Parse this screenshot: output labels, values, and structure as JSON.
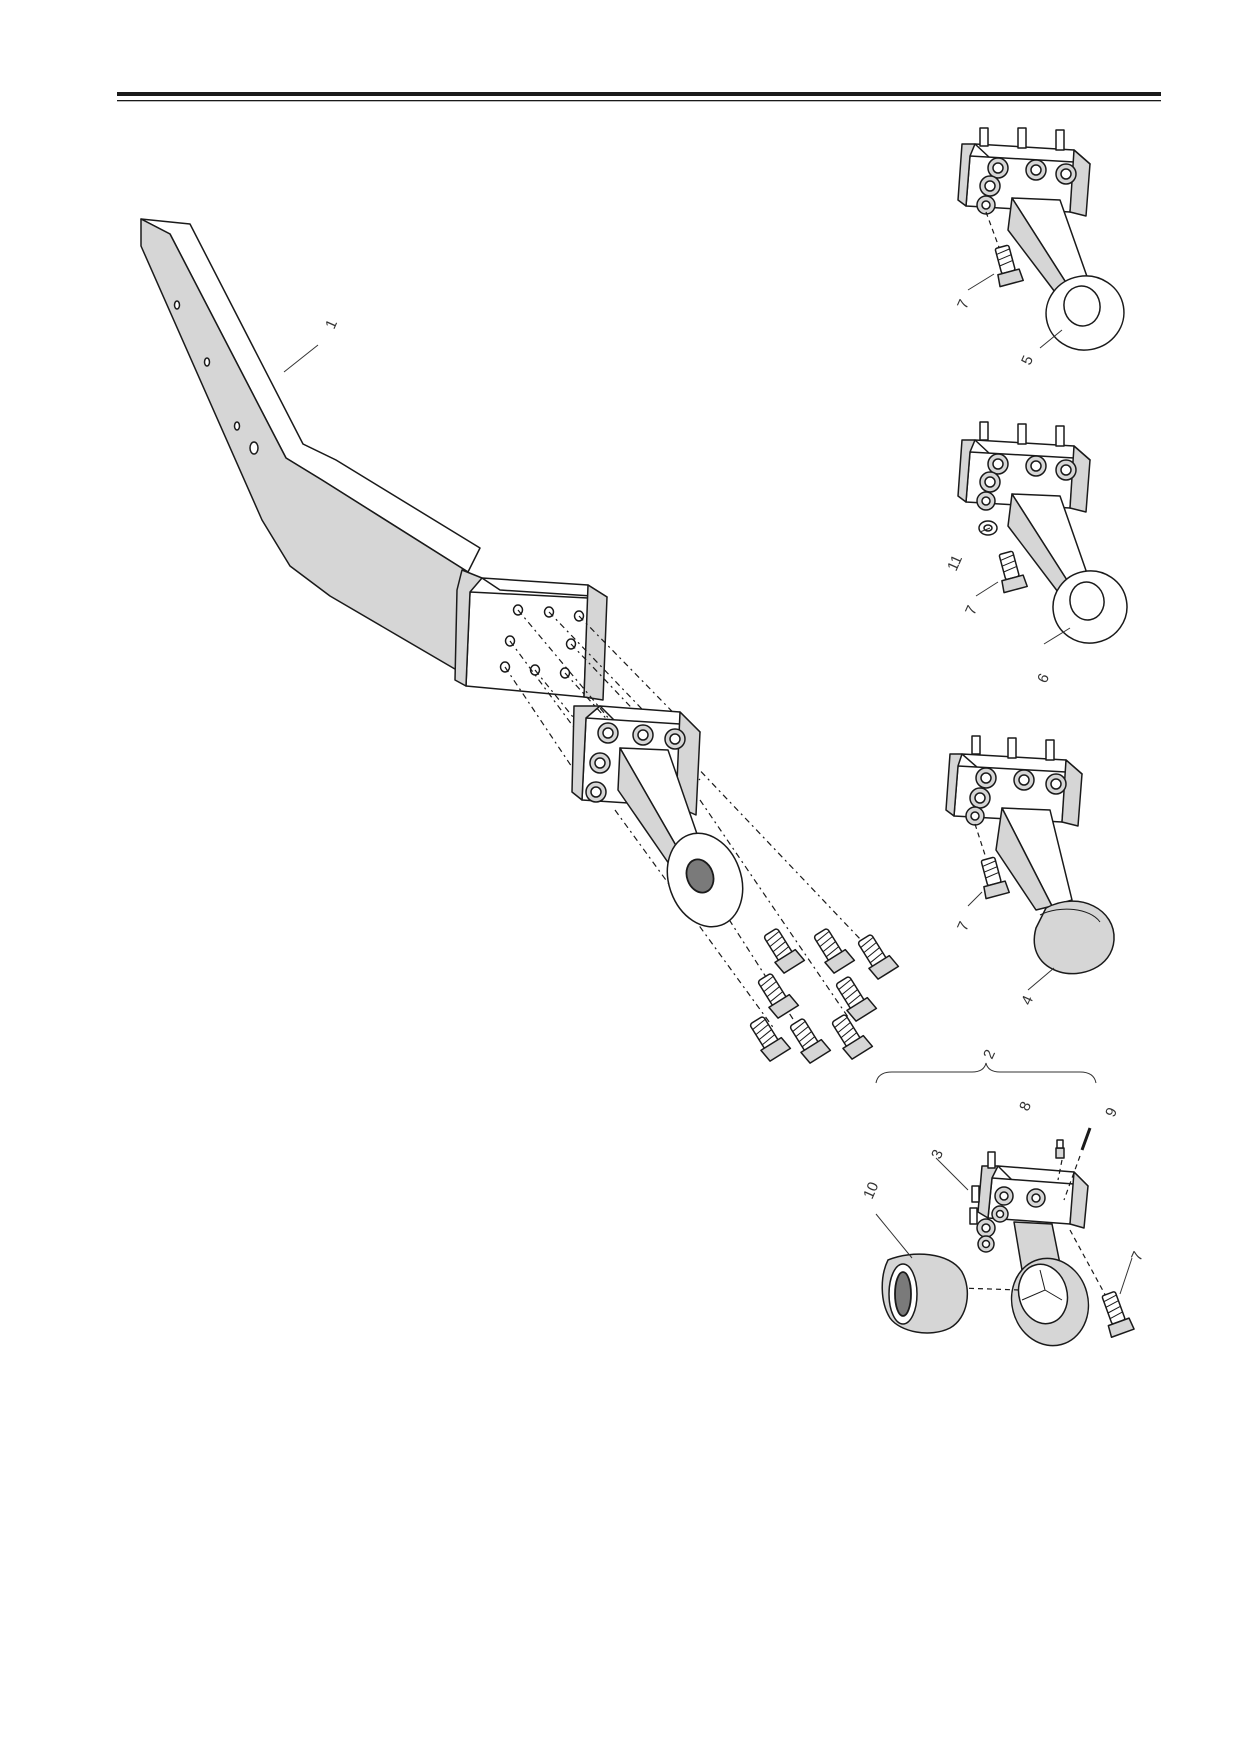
{
  "callouts": {
    "c1": "1",
    "c2": "2",
    "c3": "3",
    "c4": "4",
    "c5": "5",
    "c6": "6",
    "c7a": "7",
    "c7b": "7",
    "c7c": "7",
    "c7d": "7",
    "c8": "8",
    "c9": "9",
    "c10": "10",
    "c11": "11"
  },
  "colors": {
    "line": "#1a1a1a",
    "shade": "#d6d6d6",
    "paper": "#ffffff"
  }
}
